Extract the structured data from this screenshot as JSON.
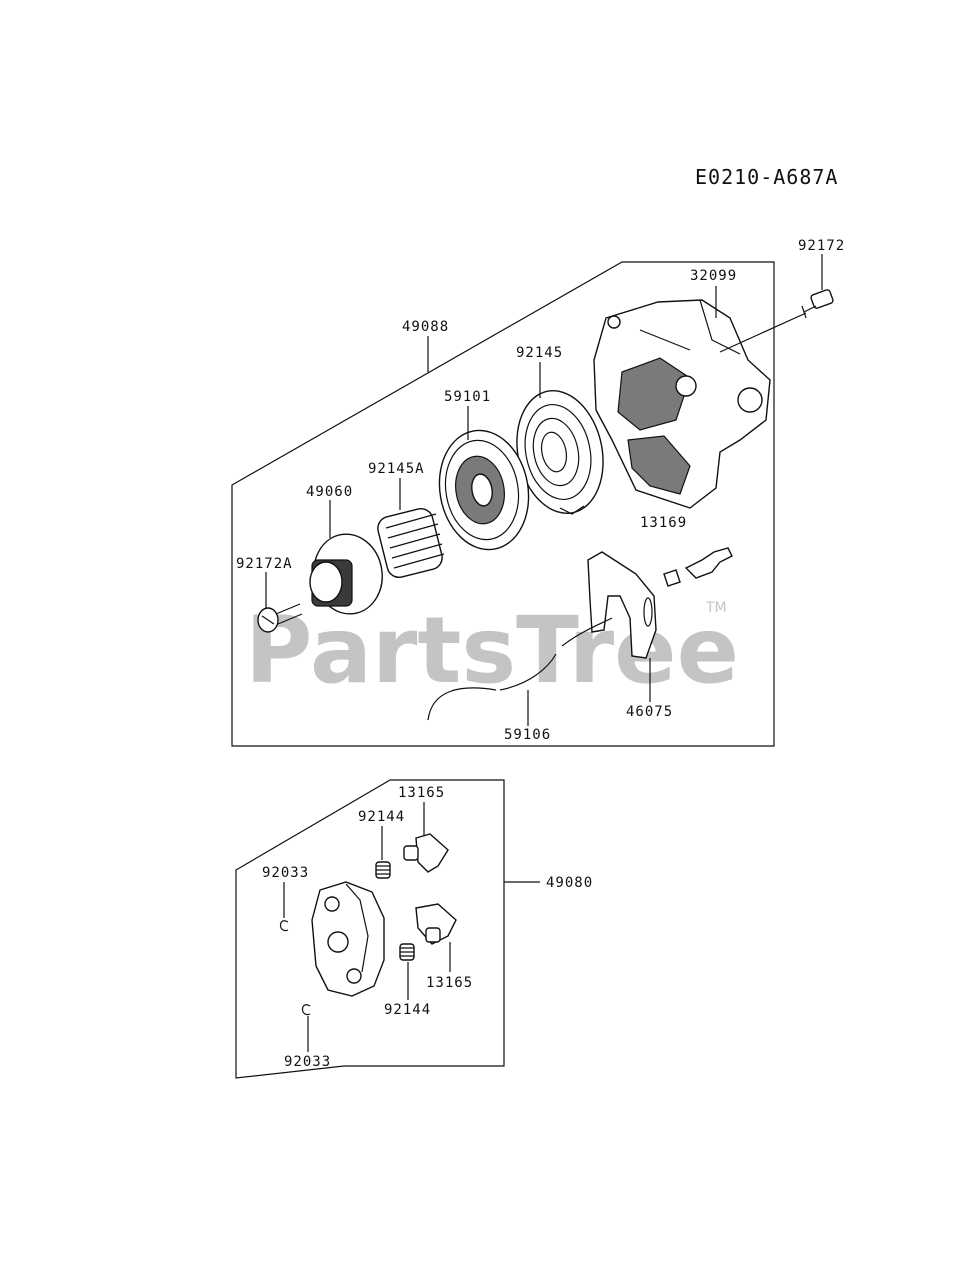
{
  "diagram_code": "E0210-A687A",
  "watermark": {
    "text": "PartsTree",
    "trademark": "TM"
  },
  "upper_assembly": {
    "assembly_label": "49088",
    "parts": {
      "bolt_top": "92172",
      "housing": "32099",
      "spring": "92145",
      "reel": "59101",
      "small_spring": "92145A",
      "pawl_guide": "49060",
      "bolt_left": "92172A",
      "guide": "13169",
      "rope": "59106",
      "handle": "46075"
    }
  },
  "lower_assembly": {
    "assembly_label": "49080",
    "parts": {
      "pawl_top": "13165",
      "spring_top": "92144",
      "clip_top": "92033",
      "pawl_bottom": "13165",
      "spring_bottom": "92144",
      "clip_bottom": "92033"
    }
  }
}
